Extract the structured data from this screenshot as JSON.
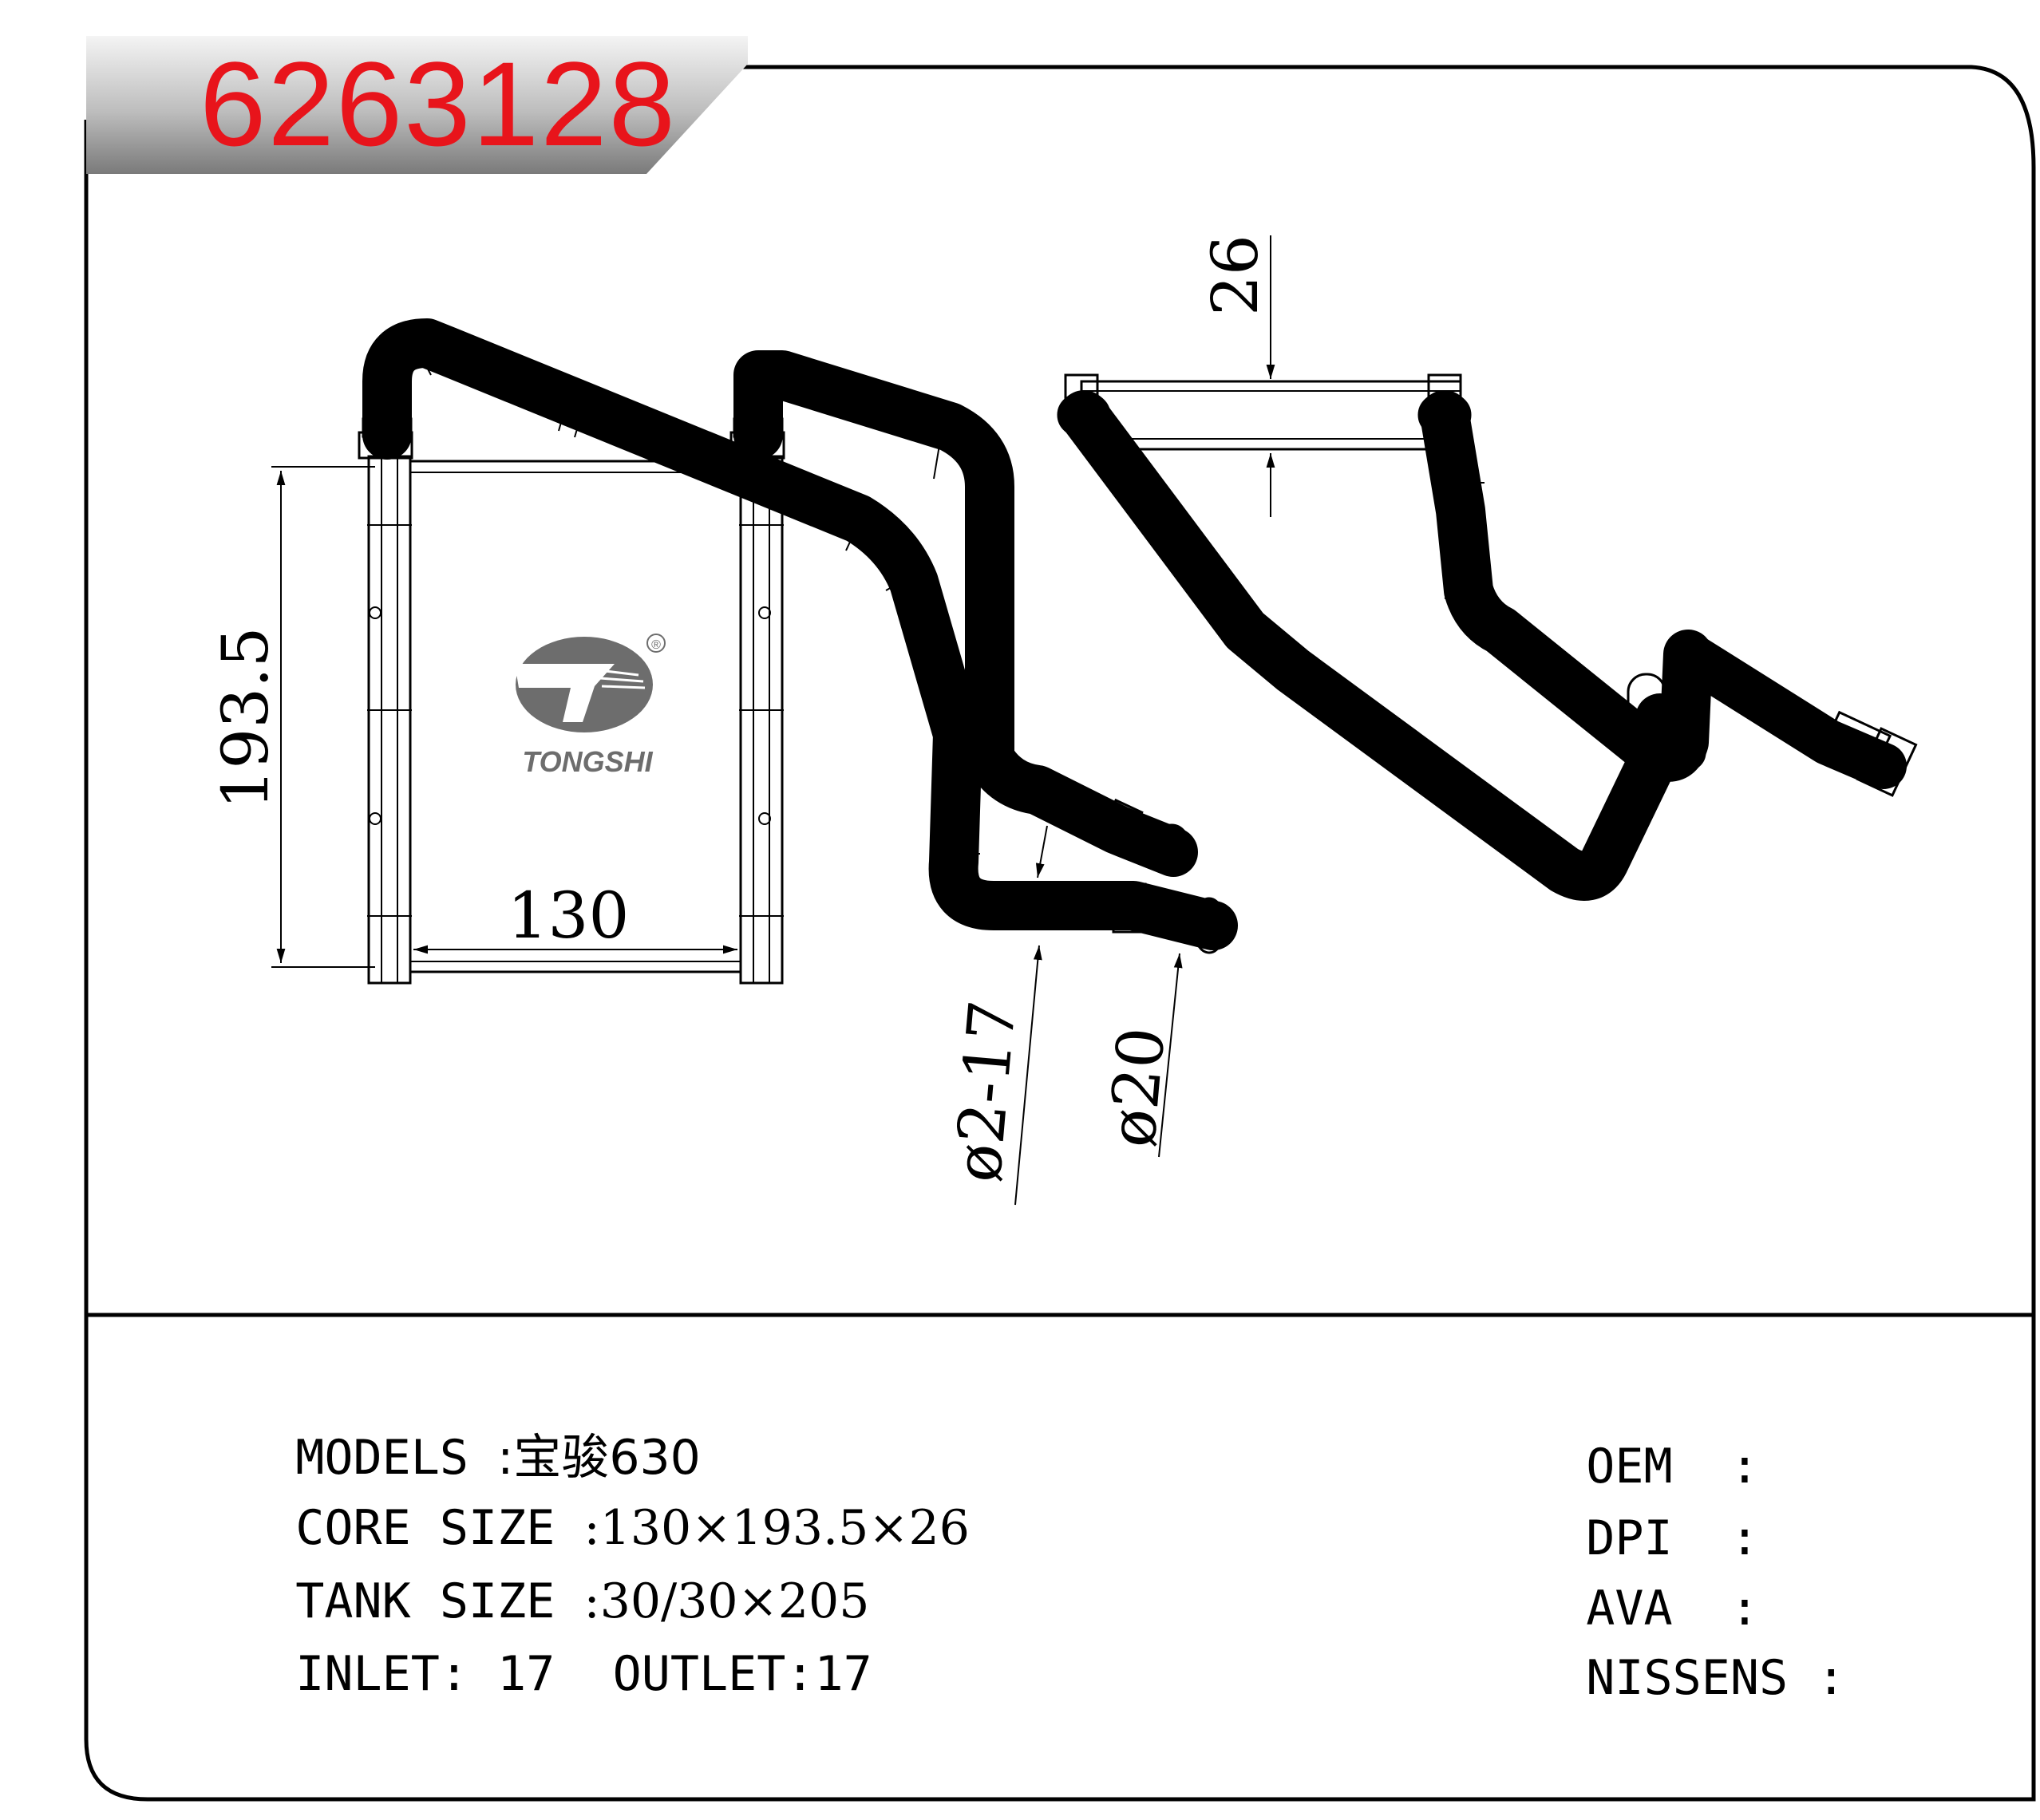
{
  "part_number": "6263128",
  "brand": {
    "logo_text": "TONGSHI",
    "registered_mark": "®"
  },
  "dimensions": {
    "height_label": "193.5",
    "width_label": "130",
    "depth_label": "26",
    "pipe_diameter_label": "ø2-17",
    "outlet_diameter_label": "ø20"
  },
  "specs": {
    "models_label": "MODELS",
    "models_value": ":宝骏630",
    "core_size_label": "CORE SIZE",
    "core_size_value": ":130×193.5×26",
    "tank_size_label": "TANK SIZE",
    "tank_size_value": ":30/30×205",
    "inlet_label": "INLET:",
    "inlet_value": "17",
    "outlet_label": "OUTLET:",
    "outlet_value": "17"
  },
  "refs": {
    "oem_label": "OEM",
    "dpi_label": "DPI",
    "ava_label": "AVA",
    "nissens_label": "NISSENS",
    "separator": ":"
  }
}
